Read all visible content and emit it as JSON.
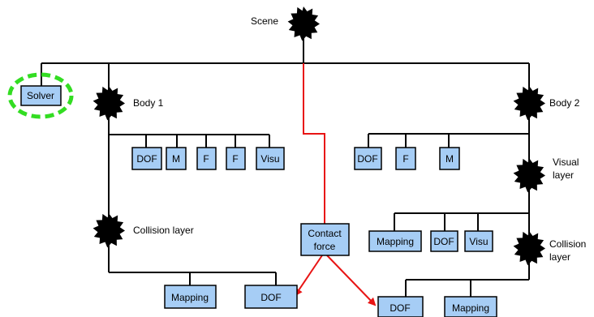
{
  "colors": {
    "node_fill": "#a6cdf5",
    "edge": "#000000",
    "contact_edge": "#e81414",
    "solver_highlight": "#33dd22"
  },
  "labels": {
    "scene": "Scene",
    "body1": "Body 1",
    "body2": "Body 2",
    "collision_layer_1": "Collision layer",
    "visual_layer_2_line1": "Visual",
    "visual_layer_2_line2": "layer",
    "collision_layer_2_line1": "Collision",
    "collision_layer_2_line2": "layer"
  },
  "boxes": {
    "solver": "Solver",
    "b1_dof": "DOF",
    "b1_m": "M",
    "b1_f1": "F",
    "b1_f2": "F",
    "b1_visu": "Visu",
    "b2_dof": "DOF",
    "b2_f": "F",
    "b2_m": "M",
    "vl_mapping": "Mapping",
    "vl_dof": "DOF",
    "vl_visu": "Visu",
    "contact_line1": "Contact",
    "contact_line2": "force",
    "cl1_mapping": "Mapping",
    "cl1_dof": "DOF",
    "cl2_dof": "DOF",
    "cl2_mapping": "Mapping"
  },
  "star_nodes": [
    "scene",
    "body1",
    "body2",
    "visual-layer",
    "collision-layer-1",
    "collision-layer-2"
  ]
}
